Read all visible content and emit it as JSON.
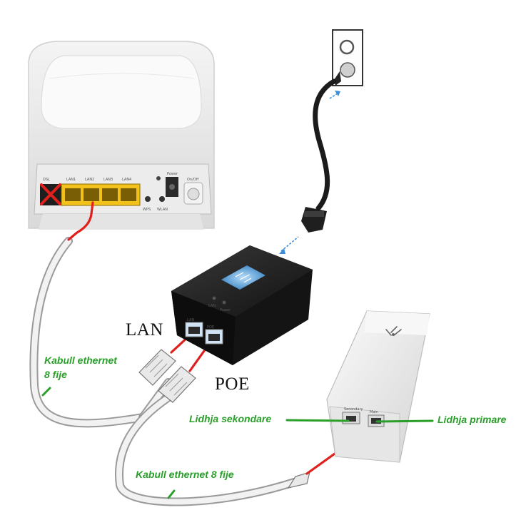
{
  "labels": {
    "lan": "LAN",
    "poe": "POE",
    "cable_left": "Kabull ethernet",
    "cable_left_line2": "8 fije",
    "cable_bottom": "Kabull ethernet 8 fije",
    "secondary": "Lidhja sekondare",
    "primary": "Lidhja primare"
  },
  "router_ports": [
    "DSL",
    "LAN1",
    "LAN2",
    "LAN3",
    "LAN4",
    "WPS",
    "WLAN",
    "Power",
    "On/Off"
  ],
  "injector_ports": [
    "LAN",
    "POE"
  ],
  "injector_leds": [
    "LAN",
    "Power"
  ],
  "ap_ports": [
    "Secondary",
    "Main"
  ],
  "colors": {
    "label_green": "#2aa02a",
    "cable_red": "#e0201c",
    "port_yellow": "#f2c21b",
    "cross_red": "#e0201c",
    "arrow_blue": "#3a8fd8"
  },
  "icons": {
    "dsl_port_blocked": "red-x-icon",
    "injector_logo": "ubiquiti-logo-icon",
    "ap_logo": "ubiquiti-logo-icon"
  }
}
